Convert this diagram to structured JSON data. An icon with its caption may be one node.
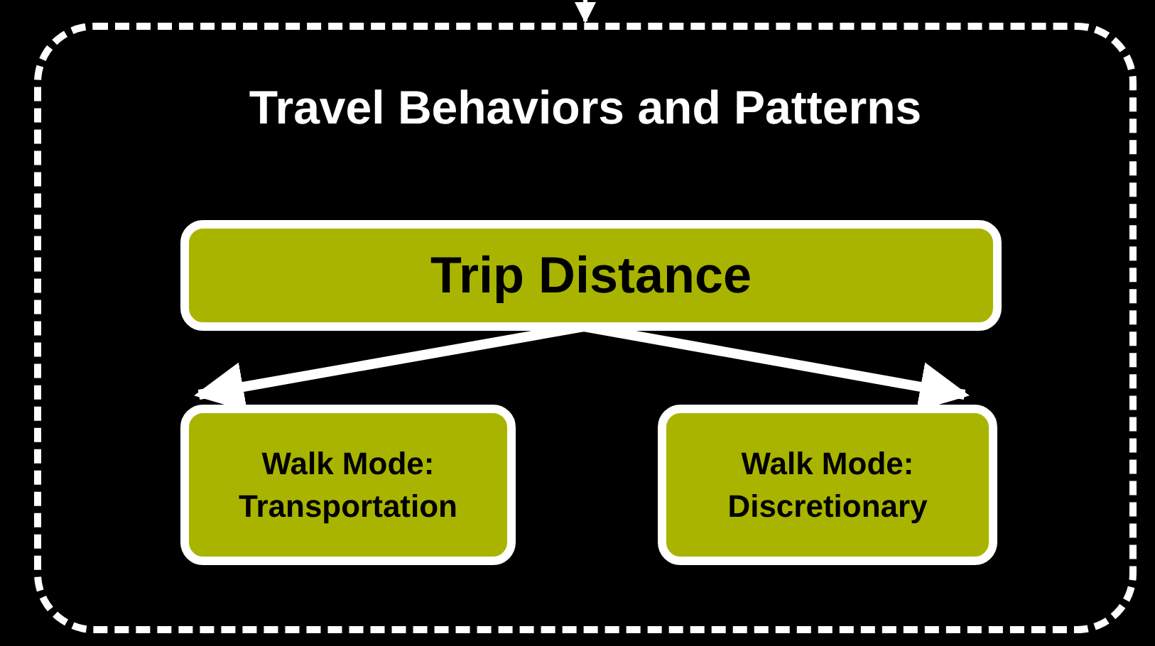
{
  "diagram": {
    "nodes": [
      {
        "text": [
          "Travel Behaviors and Patterns"
        ]
      },
      {
        "text": [
          "Trip Distance"
        ],
        "in": 0
      },
      {
        "text": [
          "Walk Mode: Transportation"
        ],
        "in": 0
      },
      {
        "text": [
          "Walk Mode: Discretionary"
        ],
        "in": 0
      }
    ],
    "edges": [
      {
        "from": null,
        "to": 0,
        "arrow": "to"
      },
      {
        "from": 1,
        "to": 2,
        "arrow": "to"
      },
      {
        "from": 1,
        "to": 3,
        "arrow": "to"
      }
    ]
  }
}
